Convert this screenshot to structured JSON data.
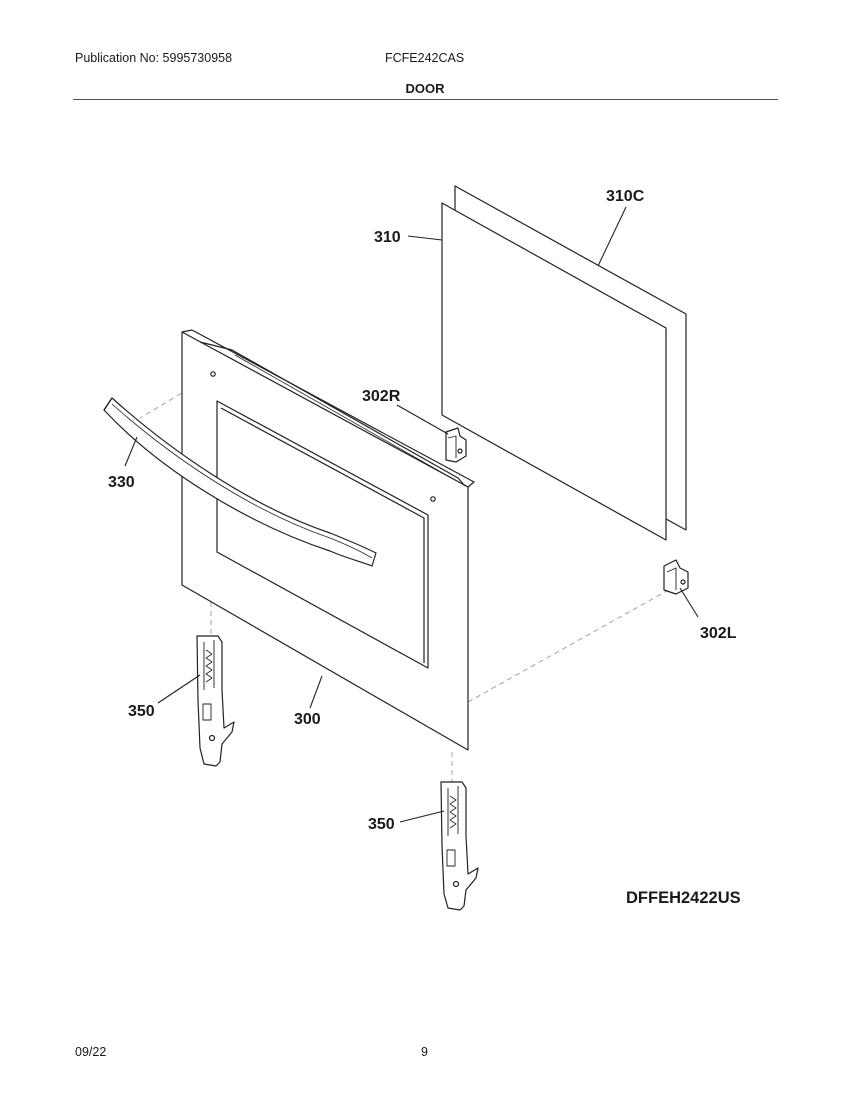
{
  "header": {
    "publication": "Publication No: 5995730958",
    "model": "FCFE242CAS",
    "section": "DOOR"
  },
  "diagram": {
    "reference_code": "DFFEH2422US",
    "callouts": {
      "c310c": "310C",
      "c310": "310",
      "c302r": "302R",
      "c330": "330",
      "c302l": "302L",
      "c350a": "350",
      "c300": "300",
      "c350b": "350"
    }
  },
  "footer": {
    "date": "09/22",
    "page": "9"
  }
}
